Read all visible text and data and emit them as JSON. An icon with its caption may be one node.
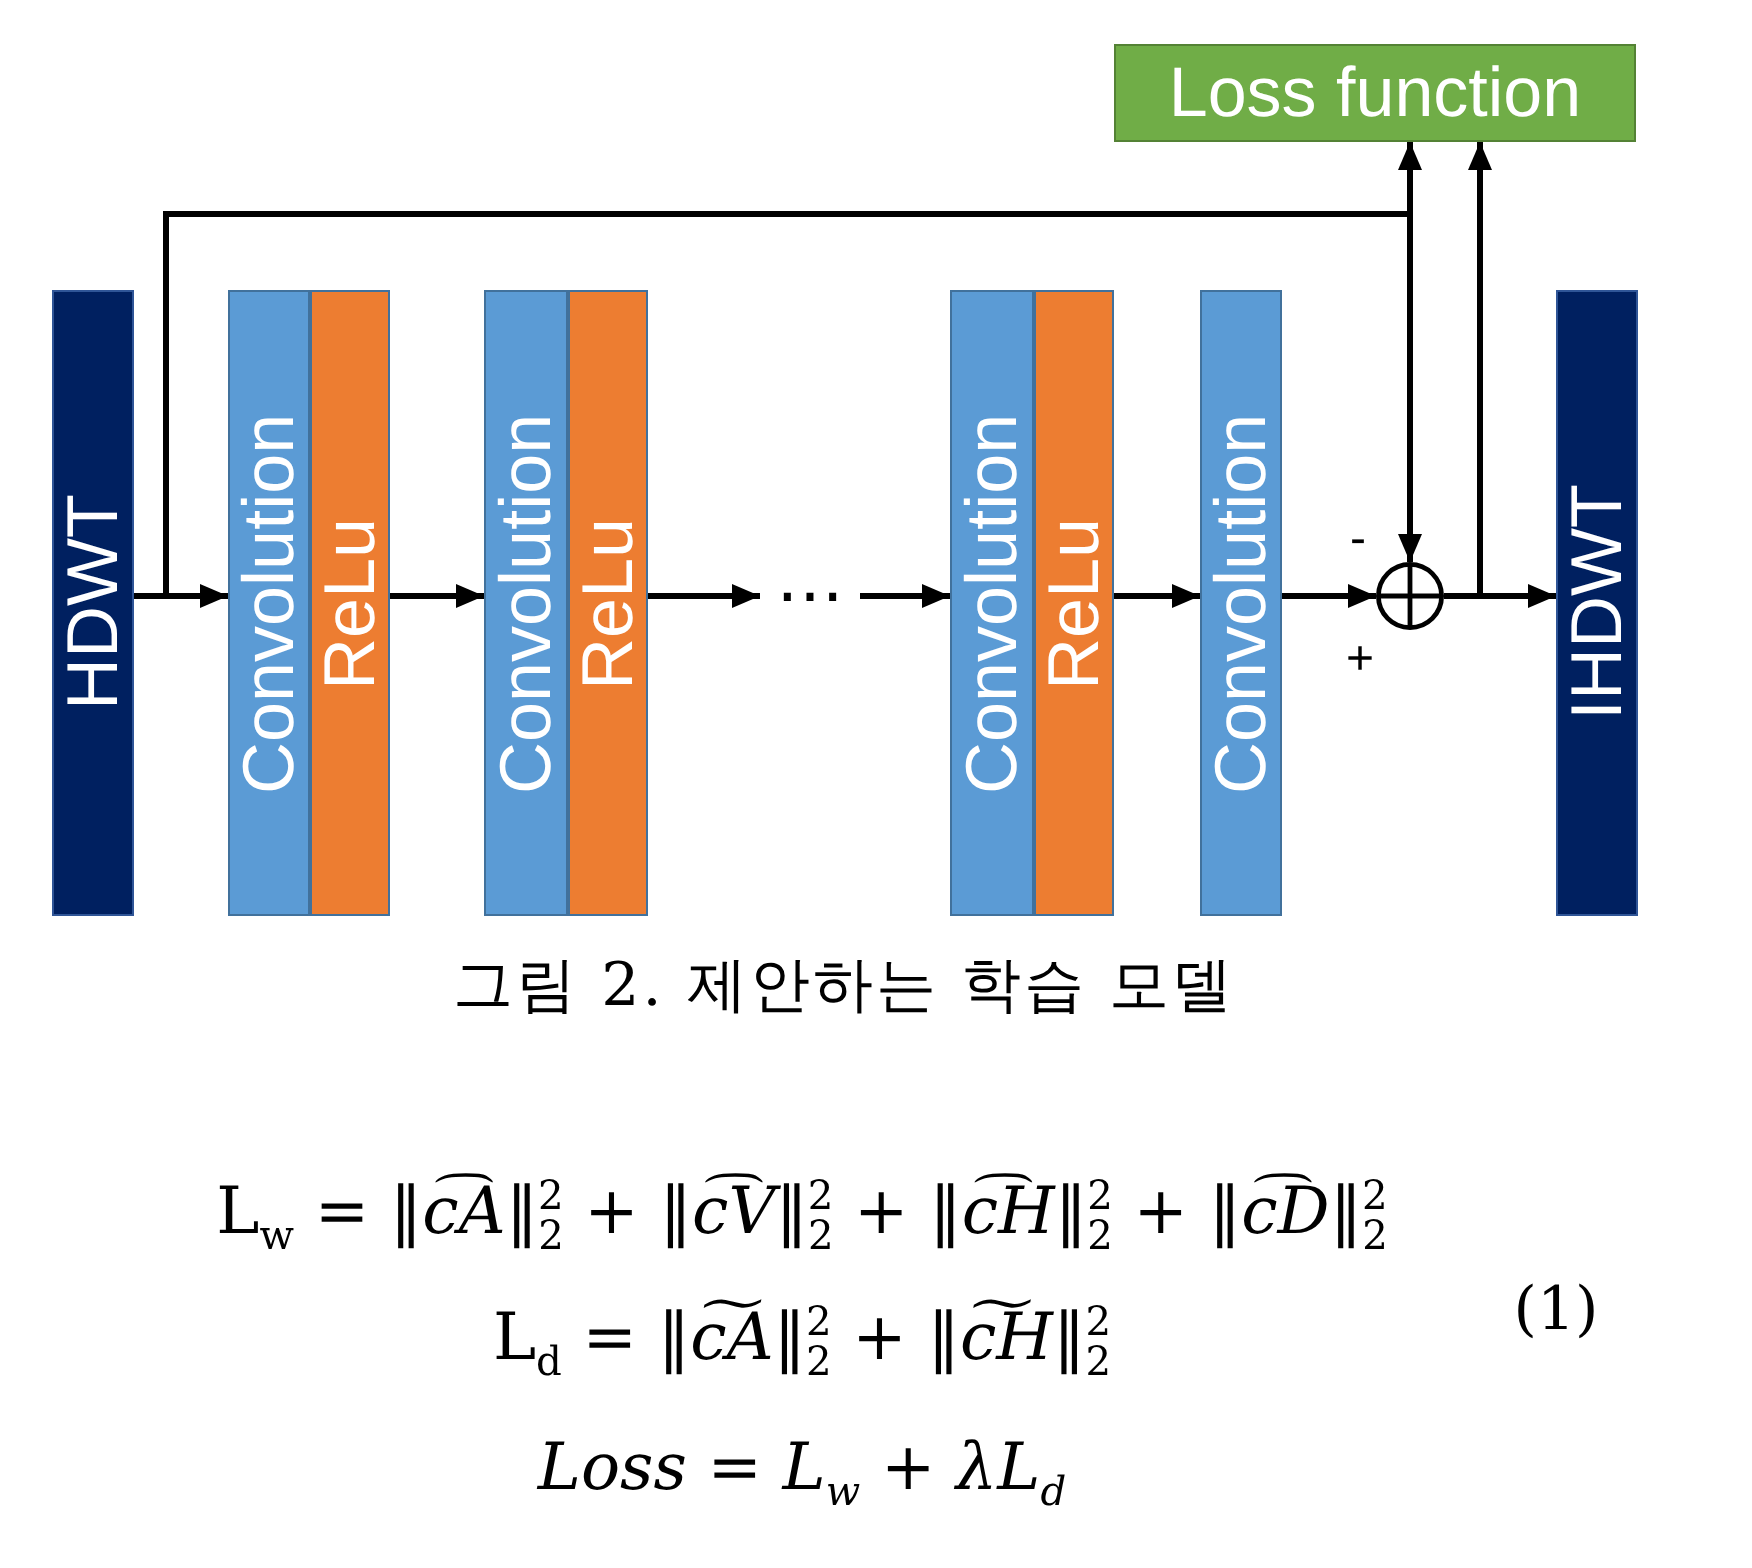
{
  "diagram": {
    "caption": "그림 2. 제안하는 학습 모델",
    "nodes": [
      {
        "text": [
          "Loss function"
        ]
      },
      {
        "text": [
          "HDWT"
        ]
      },
      {
        "text": [
          "Convolution"
        ]
      },
      {
        "text": [
          "ReLu"
        ]
      },
      {
        "text": [
          "Convolution"
        ]
      },
      {
        "text": [
          "ReLu"
        ]
      },
      {
        "text": [
          "⋯"
        ]
      },
      {
        "text": [
          "Convolution"
        ]
      },
      {
        "text": [
          "ReLu"
        ]
      },
      {
        "text": [
          "Convolution"
        ]
      },
      {
        "text": [],
        "shape": "circle"
      },
      {
        "text": [
          "IHDWT"
        ]
      }
    ],
    "edges": [
      {
        "from": 1,
        "to": 2,
        "arrow": "to"
      },
      {
        "from": 1,
        "to": 0,
        "arrow": "to"
      },
      {
        "from": 1,
        "to": 10,
        "arrow": "to",
        "label": "-"
      },
      {
        "from": 3,
        "to": 4,
        "arrow": "to"
      },
      {
        "from": 5,
        "to": 6,
        "arrow": "to"
      },
      {
        "from": 6,
        "to": 7,
        "arrow": "to"
      },
      {
        "from": 8,
        "to": 9,
        "arrow": "to"
      },
      {
        "from": 9,
        "to": 10,
        "arrow": "to",
        "label": "+"
      },
      {
        "from": 10,
        "to": 11,
        "arrow": "to"
      },
      {
        "from": 10,
        "to": 0,
        "arrow": "to"
      }
    ],
    "labels": [
      "L$_{w}$ = ‖*c͡A*‖$_{2}$$^{2}$ + ‖*c͡V*‖$_{2}$$^{2}$ + ‖*c͡H*‖$_{2}$$^{2}$ + ‖*c͡D*‖$_{2}$$^{2}$",
      "L$_{d}$ = ‖*c͠A*‖$_{2}$$^{2}$ + ‖*c͠H*‖$_{2}$$^{2}$",
      "Loss = L$_{w}$ + λL$_{d}$",
      "(1)"
    ]
  }
}
